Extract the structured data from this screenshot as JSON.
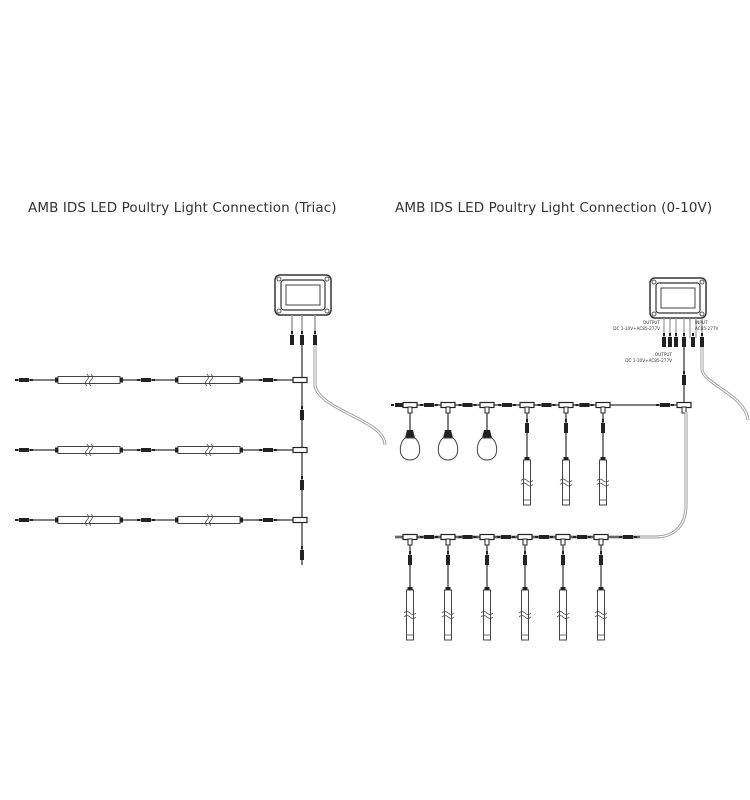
{
  "diagrams": [
    {
      "title": "AMB IDS LED Poultry Light Connection (Triac)"
    },
    {
      "title": "AMB IDS LED Poultry Light Connection (0-10V)"
    }
  ],
  "driver_labels": {
    "output_top": "OUTPUT",
    "output_top_spec": "DC 1-10V+AC85-277V",
    "input": "INPUT",
    "input_spec": "AC85-277V",
    "output_bottom": "OUTPUT",
    "output_bottom_spec": "DC 1-10V+AC85-277V"
  },
  "colors": {
    "line": "#555555",
    "cable": "#999999",
    "connector": "#222222"
  }
}
